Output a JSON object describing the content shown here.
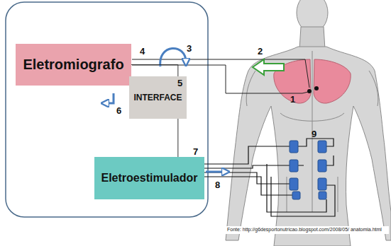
{
  "diagram": {
    "nodes": [
      {
        "text": [
          "Eletromiografo"
        ]
      },
      {
        "text": [
          "INTERFACE"
        ]
      },
      {
        "text": [
          "Eletroestimulador"
        ]
      }
    ],
    "edges": [
      {
        "from": 0,
        "to": 1,
        "arrow": "none"
      },
      {
        "from": 1,
        "to": 2,
        "arrow": "none"
      }
    ],
    "labels": [
      "4",
      "3",
      "5",
      "2",
      "1",
      "6",
      "7",
      "9",
      "8",
      "Fonte: http://g6desportonutricao.blogspot.com/2008/05/ anatomia.html"
    ]
  }
}
